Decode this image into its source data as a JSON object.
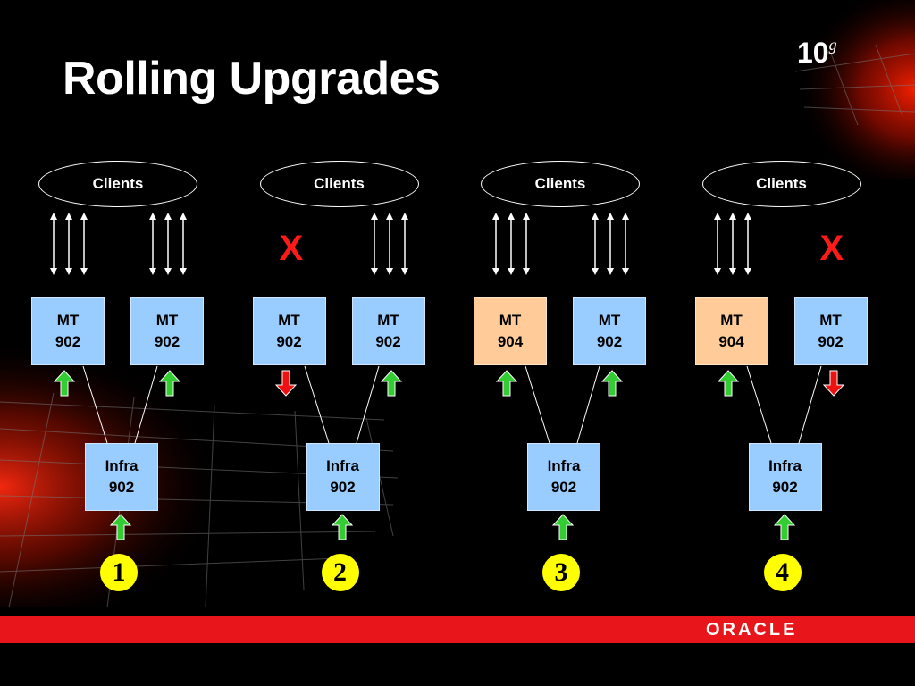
{
  "slide": {
    "title": "Rolling Upgrades",
    "brand_version": "10",
    "brand_version_sup": "g",
    "footer_logo": "ORACLE",
    "colors": {
      "background": "#000000",
      "footer_bar": "#e8161a",
      "mt_box_current": "#99ccff",
      "mt_box_upgraded": "#ffcc99",
      "up_arrow": "#33cc33",
      "down_arrow": "#ee1111",
      "fail_x": "#ff1a1a",
      "step_badge": "#ffff00"
    }
  },
  "panels": [
    {
      "step": "1",
      "clients": "Clients",
      "left_link": "up",
      "right_link": "up",
      "mt_left": {
        "line1": "MT",
        "line2": "902",
        "state": "current",
        "arrow": "up"
      },
      "mt_right": {
        "line1": "MT",
        "line2": "902",
        "state": "current",
        "arrow": "up"
      },
      "infra": {
        "line1": "Infra",
        "line2": "902",
        "arrow": "up"
      }
    },
    {
      "step": "2",
      "clients": "Clients",
      "left_link": "down",
      "right_link": "up",
      "fail_mark": "X",
      "mt_left": {
        "line1": "MT",
        "line2": "902",
        "state": "current",
        "arrow": "down"
      },
      "mt_right": {
        "line1": "MT",
        "line2": "902",
        "state": "current",
        "arrow": "up"
      },
      "infra": {
        "line1": "Infra",
        "line2": "902",
        "arrow": "up"
      }
    },
    {
      "step": "3",
      "clients": "Clients",
      "left_link": "up",
      "right_link": "up",
      "mt_left": {
        "line1": "MT",
        "line2": "904",
        "state": "upgraded",
        "arrow": "up"
      },
      "mt_right": {
        "line1": "MT",
        "line2": "902",
        "state": "current",
        "arrow": "up"
      },
      "infra": {
        "line1": "Infra",
        "line2": "902",
        "arrow": "up"
      }
    },
    {
      "step": "4",
      "clients": "Clients",
      "left_link": "up",
      "right_link": "down",
      "fail_mark": "X",
      "mt_left": {
        "line1": "MT",
        "line2": "904",
        "state": "upgraded",
        "arrow": "up"
      },
      "mt_right": {
        "line1": "MT",
        "line2": "902",
        "state": "current",
        "arrow": "down"
      },
      "infra": {
        "line1": "Infra",
        "line2": "902",
        "arrow": "up"
      }
    }
  ]
}
